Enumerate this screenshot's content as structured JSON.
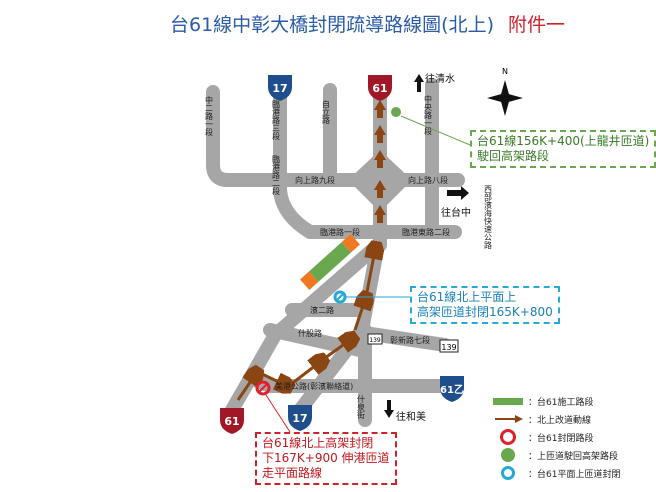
{
  "title": {
    "main": "台61線中彰大橋封閉疏導路線圖(北上)",
    "annex": "附件一"
  },
  "roads": {
    "zhonger": "中二路一段",
    "lingang3": "臨港路三段",
    "lingang2": "臨港路二段",
    "zili": "自立路",
    "zhongyang": "中央路一段",
    "xiangshang9": "向上路九段",
    "xiangshang8": "向上路八段",
    "lingang1": "臨港路一段",
    "lingangdong2": "臨港東路二段",
    "binerlu": "濱二路",
    "shigu": "什股路",
    "changxin7": "彰新路七段",
    "meigang": "美港公路(彰濱聯絡道)",
    "shiquan": "什泉街",
    "expressway": "西部濱海快速公路"
  },
  "shields": {
    "r17": "17",
    "r61": "61",
    "r139": "139",
    "r61b": "61乙"
  },
  "directions": {
    "north": "往清水",
    "east": "往台中",
    "south": "往和美"
  },
  "compass": "N",
  "callouts": {
    "green": [
      "台61線156K+400(上龍井匝道)",
      "駛回高架路段"
    ],
    "cyan": [
      "台61線北上平面上",
      "高架匝道封閉165K+800"
    ],
    "red": [
      "台61線北上高架封閉",
      "下167K+900 伸港匝道",
      "走平面路線"
    ]
  },
  "legend": [
    {
      "icon": "green-bar",
      "label": "：台61施工路段"
    },
    {
      "icon": "brown-arrow",
      "label": "：北上改道動線"
    },
    {
      "icon": "red-no-entry",
      "label": "：台61封閉路段"
    },
    {
      "icon": "green-dot",
      "label": "：上匝道駛回高架路段"
    },
    {
      "icon": "cyan-no-entry",
      "label": "：台61平面上匝道封閉"
    }
  ],
  "colors": {
    "road": "#a6a6a6",
    "arrow": "#8b4513",
    "work": "#6aa84f",
    "closed": "#e0202a",
    "ramp": "#27a9d8",
    "title": "#2a5aa8"
  }
}
